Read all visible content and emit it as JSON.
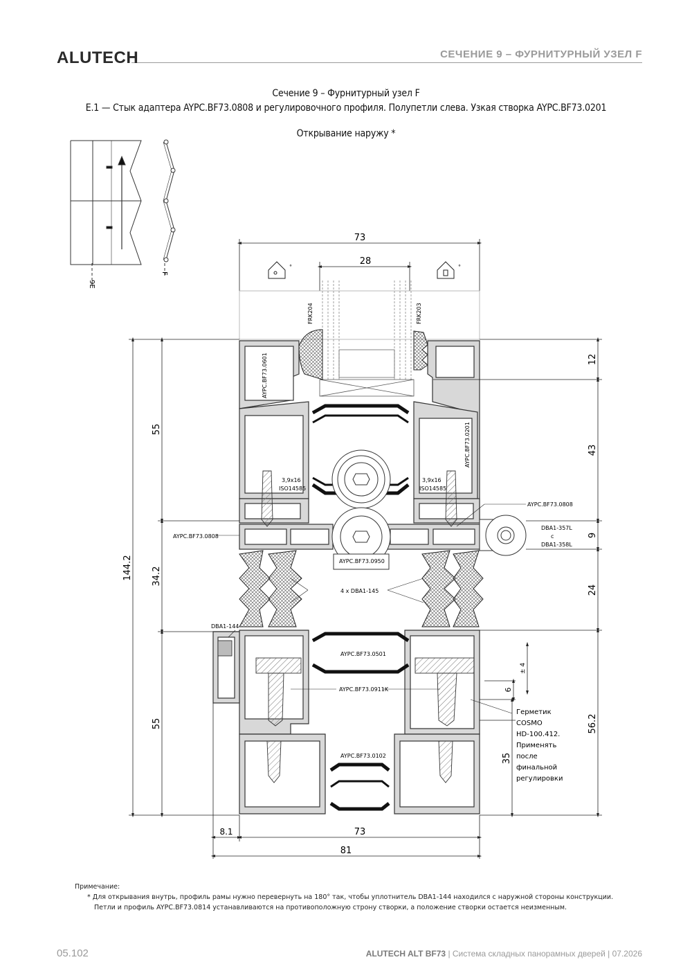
{
  "header": {
    "brand": "ALUTECH",
    "section": "СЕЧЕНИЕ 9 – ФУРНИТУРНЫЙ УЗЕЛ F"
  },
  "caption": {
    "line1": "Сечение 9 – Фурнитурный узел F",
    "line2": "E.1 — Стык адаптера AYPC.BF73.0808 и регулировочного профиля. Полупетли слева. Узкая створка AYPC.BF73.0201",
    "line3": "Открывание наружу *"
  },
  "scheme": {
    "label_left": "9E",
    "label_right": "F"
  },
  "dimensions": {
    "top_total": "73",
    "glass_width": "28",
    "total_height": "144.2",
    "upper_sash": "55",
    "middle": "34.2",
    "lower_frame": "55",
    "right_12": "12",
    "right_43": "43",
    "right_9": "9",
    "right_24": "24",
    "right_56": "56.2",
    "right_35": "35",
    "adjust": "± 4",
    "small_6": "6",
    "bottom_81a": "8.1",
    "bottom_73": "73",
    "bottom_81": "81"
  },
  "labels": {
    "frk204": "FRK204",
    "frk203": "FRK203",
    "profile_0601": "AYPC.BF73.0601",
    "profile_0201": "AYPC.BF73.0201",
    "screw_left": "3,9x16",
    "screw_left_std": "ISO14585",
    "screw_right": "3,9x16",
    "screw_right_std": "ISO14585",
    "adapter_right": "AYPC.BF73.0808",
    "adapter_left": "AYPC.BF73.0808",
    "hinge_a": "DBA1-357L",
    "hinge_c": "с",
    "hinge_b": "DBA1-358L",
    "profile_0950": "AYPC.BF73.0950",
    "seal_145": "4 x DBA1-145",
    "seal_144": "DBA1-144",
    "profile_0501": "AYPC.BF73.0501",
    "profile_0911": "AYPC.BF73.0911K",
    "profile_0102": "AYPC.BF73.0102",
    "sealant_1": "Герметик",
    "sealant_2": "COSMO",
    "sealant_3": "HD-100.412.",
    "sealant_4": "Применять",
    "sealant_5": "после",
    "sealant_6": "финальной",
    "sealant_7": "регулировки"
  },
  "note": {
    "title": "Примечание:",
    "line1": "* Для открывания внутрь, профиль рамы нужно перевернуть на 180° так, чтобы уплотнитель DBA1-144 находился с наружной стороны конструкции.",
    "line2": "Петли и профиль AYPC.BF73.0814 устанавливаются на противоположную строну створки, а положение створки остается неизменным."
  },
  "footer": {
    "page": "05.102",
    "product": "ALUTECH ALT BF73",
    "desc": " | Система складных панорамных дверей | 07.2026"
  }
}
